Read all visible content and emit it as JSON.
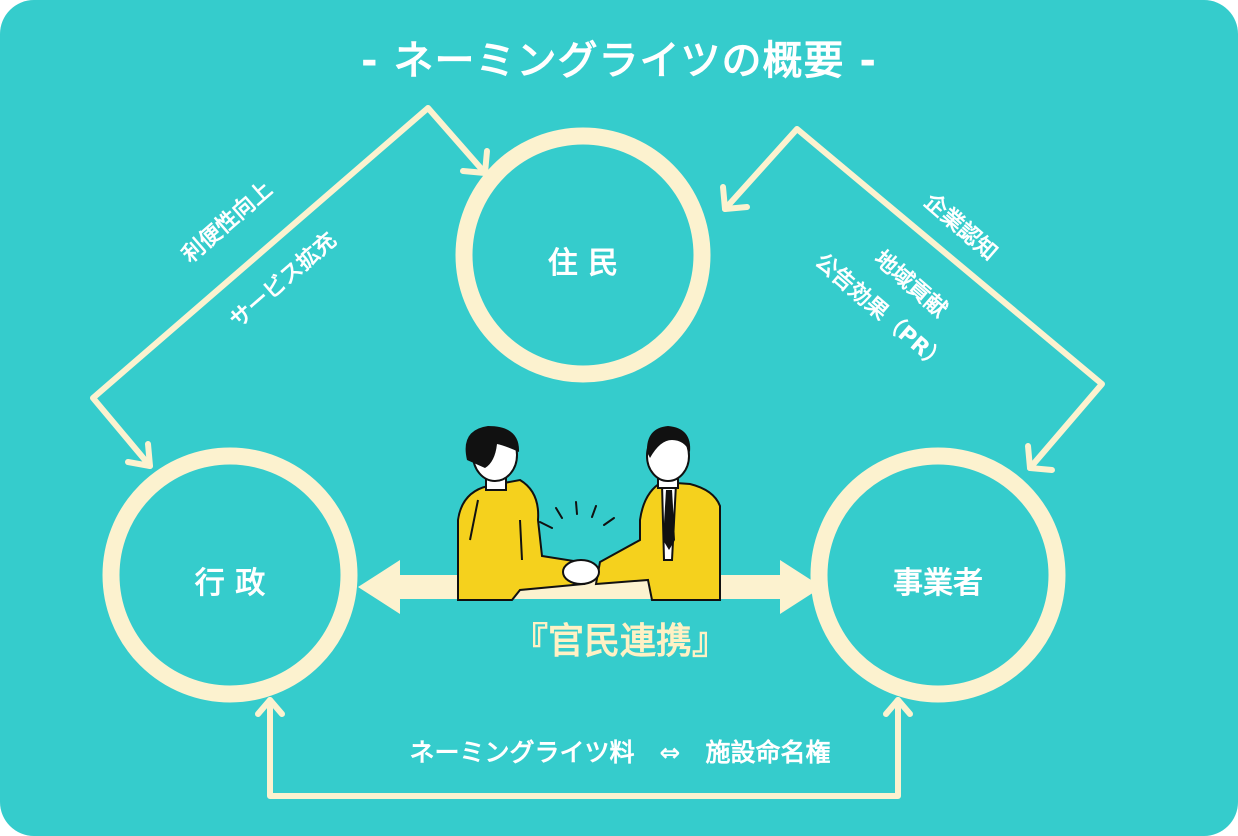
{
  "title": "- ネーミングライツの概要 -",
  "nodes": {
    "residents": "住 民",
    "government": "行 政",
    "business": "事業者"
  },
  "left_edge_labels": [
    "利便性向上",
    "サービス拡充"
  ],
  "right_edge_labels": [
    "企業認知",
    "地域貢献",
    "公告効果（PR）"
  ],
  "center_label": "『官民連携』",
  "bottom_label": "ネーミングライツ料　⇔　施設命名権",
  "colors": {
    "background": "#35cccc",
    "ring": "#fcf2cf",
    "text": "#ffffff",
    "suit": "#f5d11d"
  },
  "illustration": "two-businessmen-handshake"
}
